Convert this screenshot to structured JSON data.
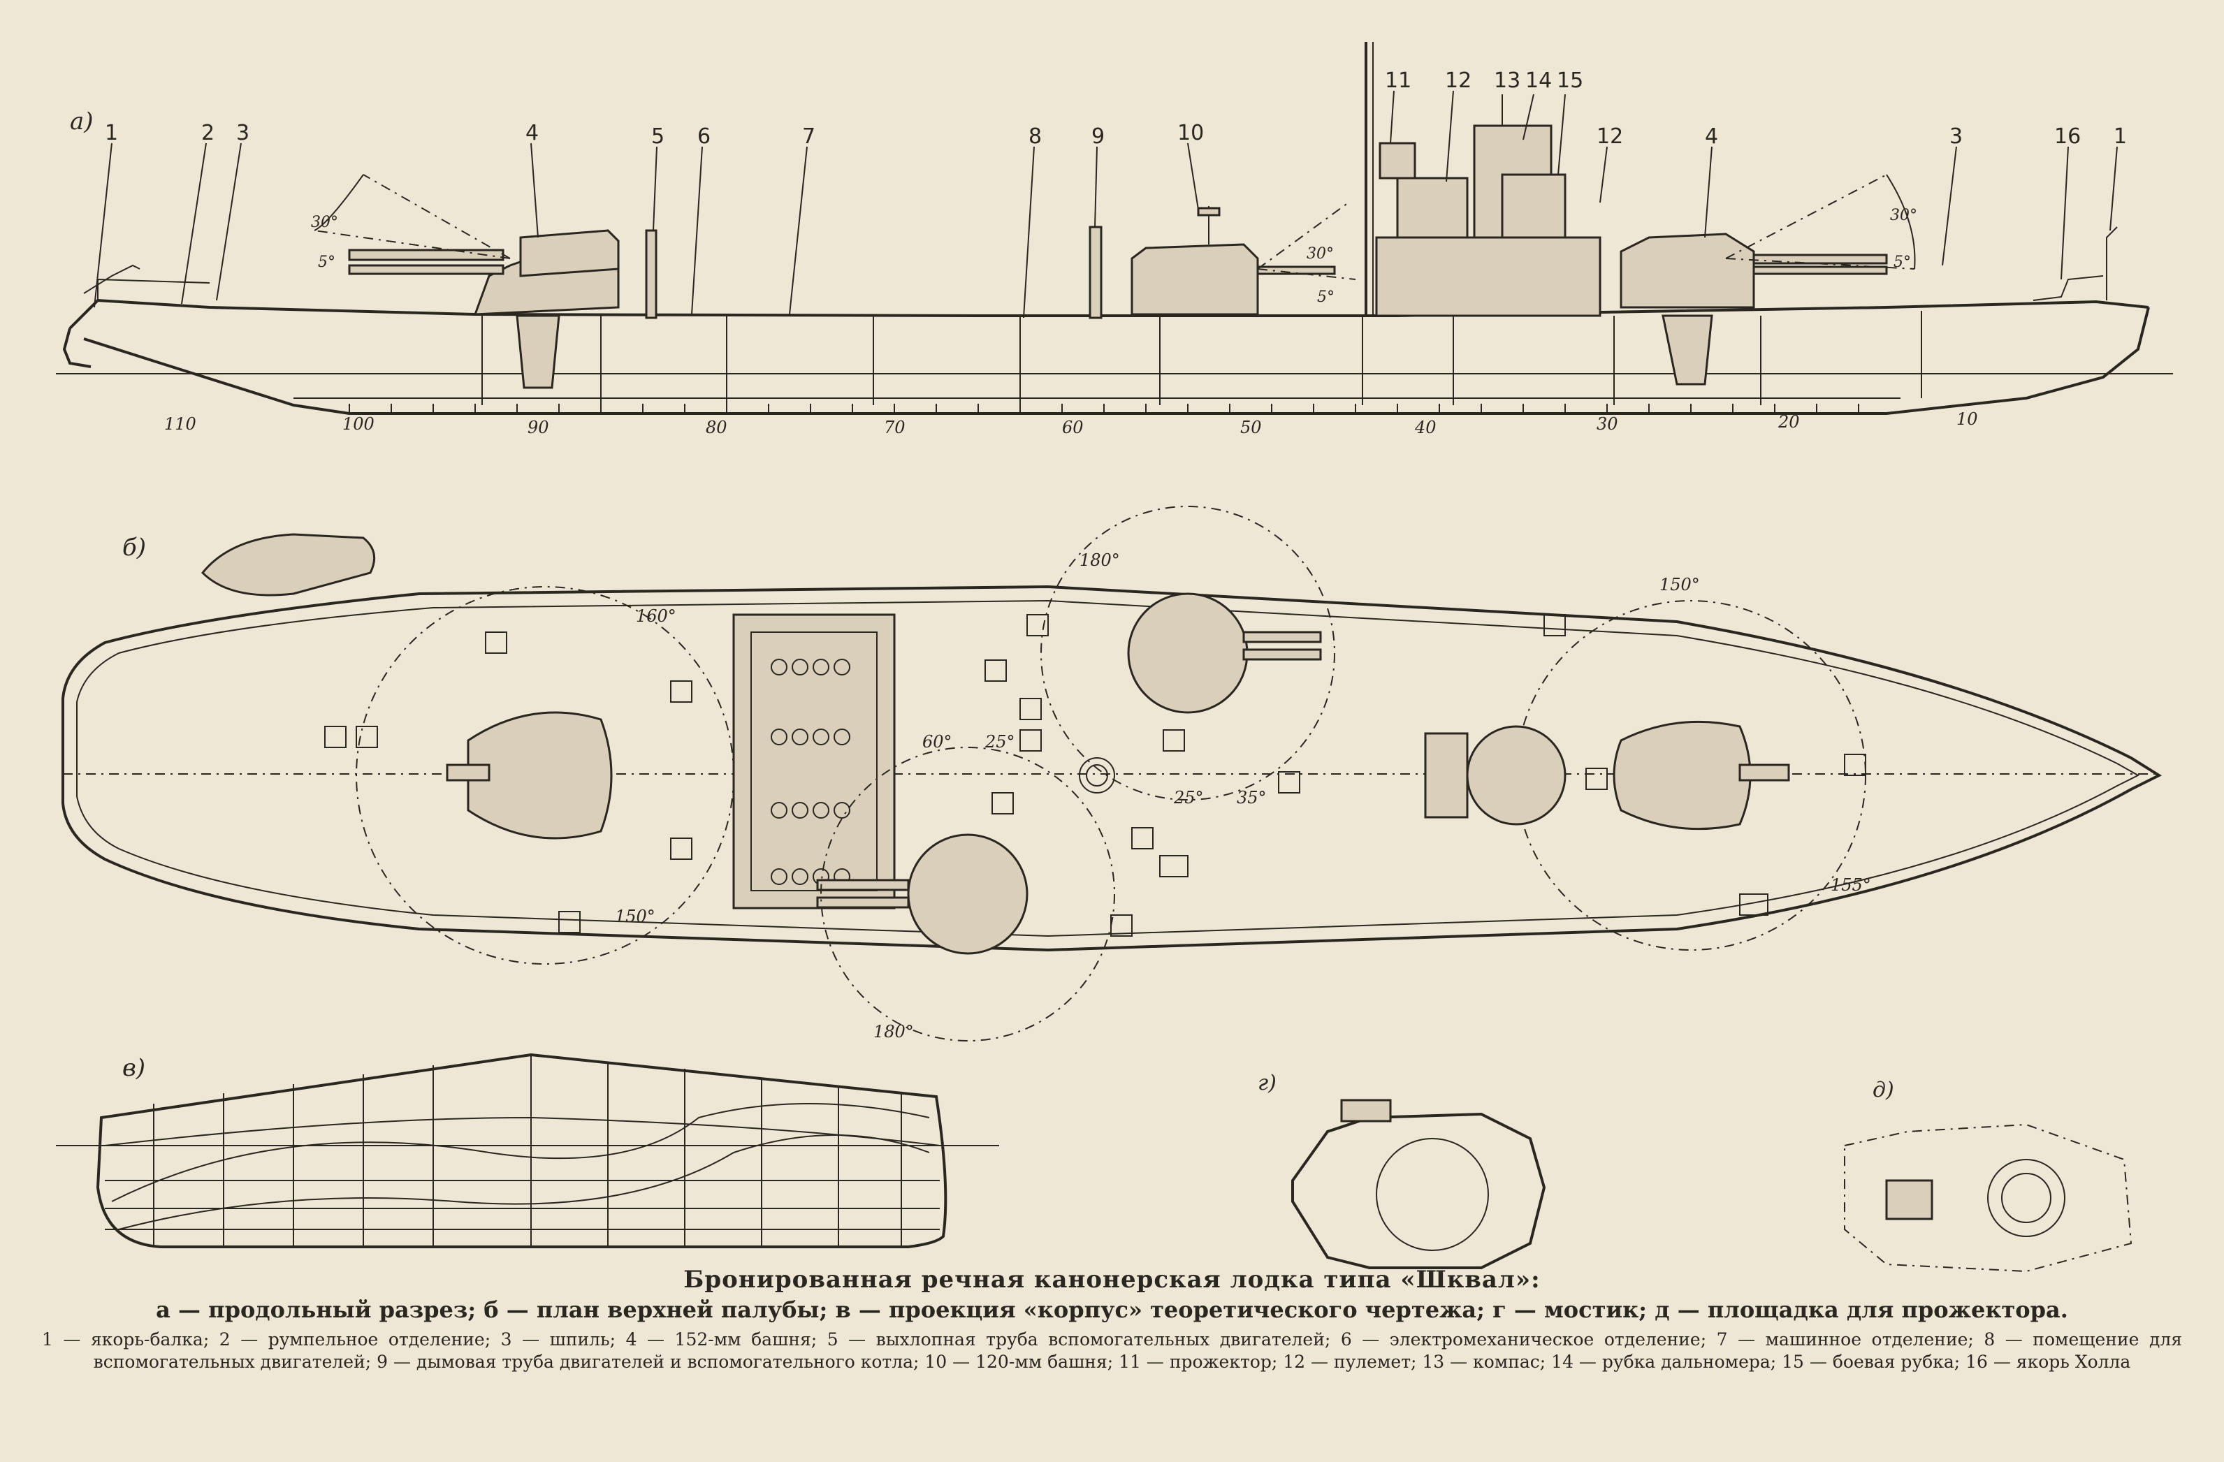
{
  "views": {
    "a": "а)",
    "b": "б)",
    "v": "в)",
    "g": "г)",
    "d": "д)"
  },
  "side_callouts": [
    {
      "n": "1"
    },
    {
      "n": "2"
    },
    {
      "n": "3"
    },
    {
      "n": "4"
    },
    {
      "n": "5"
    },
    {
      "n": "6"
    },
    {
      "n": "7"
    },
    {
      "n": "8"
    },
    {
      "n": "9"
    },
    {
      "n": "10"
    },
    {
      "n": "11"
    },
    {
      "n": "12"
    },
    {
      "n": "13"
    },
    {
      "n": "14"
    },
    {
      "n": "15"
    },
    {
      "n": "12"
    },
    {
      "n": "4"
    },
    {
      "n": "3"
    },
    {
      "n": "16"
    },
    {
      "n": "1"
    }
  ],
  "frame_numbers": [
    "110",
    "100",
    "90",
    "80",
    "70",
    "60",
    "50",
    "40",
    "30",
    "20",
    "10"
  ],
  "angles_side": {
    "fwd_high": "30°",
    "fwd_low": "5°",
    "mid_high": "30°",
    "mid_low": "5°",
    "aft_high": "30°",
    "aft_low": "5°"
  },
  "angles_plan": {
    "stern_top": "160°",
    "stern_bottom": "150°",
    "turret_top": "180°",
    "turret_bottom": "180°",
    "bow_top": "150°",
    "bow_bottom": "155°",
    "a60": "60°",
    "a25a": "25°",
    "a25b": "25°",
    "a35": "35°"
  },
  "caption": {
    "title": "Бронированная речная канонерская лодка типа «Шквал»:",
    "subtitle": "а — продольный разрез; б — план верхней палубы; в — проекция «корпус» теоретического чертежа; г — мостик; д — площадка для прожектора.",
    "legend": "1 — якорь-балка; 2 — румпельное отделение; 3 — шпиль; 4 — 152-мм башня; 5 — выхлопная труба вспомогательных двигателей; 6 — электромеханическое отделение; 7 — машинное отделение; 8 — помещение для вспомогательных двигателей; 9 — дымовая труба двигателей и вспомогательного котла; 10 — 120-мм башня; 11 — прожектор; 12 — пулемет; 13 — компас; 14 — рубка дальномера; 15 — боевая рубка; 16 — якорь Холла"
  }
}
